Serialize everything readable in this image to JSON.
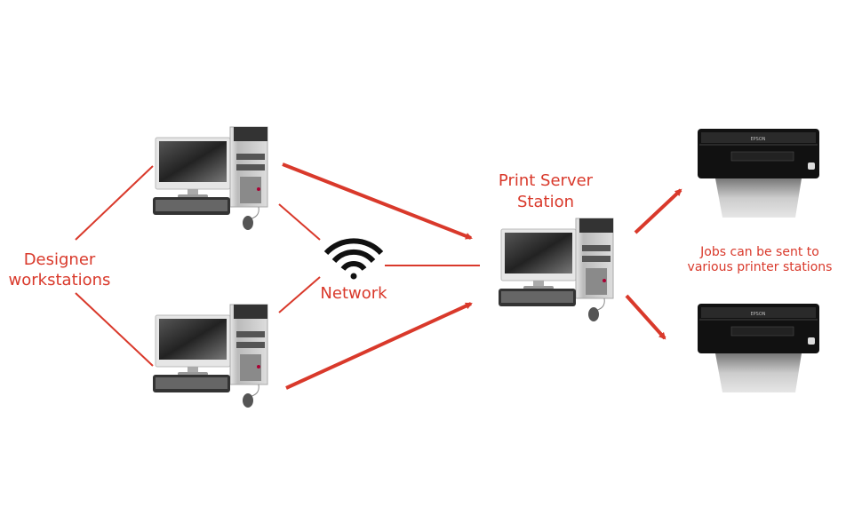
{
  "labels": {
    "workstations_line1": "Designer",
    "workstations_line2": "workstations",
    "network": "Network",
    "server_line1": "Print Server",
    "server_line2": "Station",
    "jobs_line1": "Jobs can be sent to",
    "jobs_line2": "various printer stations"
  },
  "printer_logo": "EPSON",
  "colors": {
    "accent": "#d9392b",
    "device_dark": "#1a1a1a",
    "paper": "#c8c8c8"
  },
  "icons": [
    "desktop-computer-icon",
    "wifi-icon",
    "printer-icon"
  ]
}
